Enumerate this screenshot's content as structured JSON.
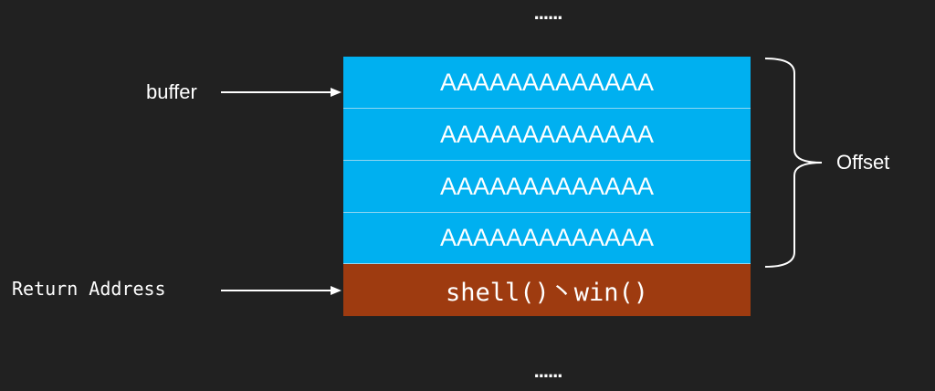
{
  "diagram": {
    "top_ellipsis": "......",
    "bottom_ellipsis": "......",
    "buffer_label": "buffer",
    "return_address_label": "Return Address",
    "offset_label": "Offset",
    "buffer_cells": [
      "AAAAAAAAAAAAA",
      "AAAAAAAAAAAAA",
      "AAAAAAAAAAAAA",
      "AAAAAAAAAAAAA"
    ],
    "return_cell": "shell()丶win()",
    "colors": {
      "background": "#212121",
      "buffer_fill": "#00b0f0",
      "return_fill": "#9e3b10",
      "text": "#ffffff"
    }
  }
}
